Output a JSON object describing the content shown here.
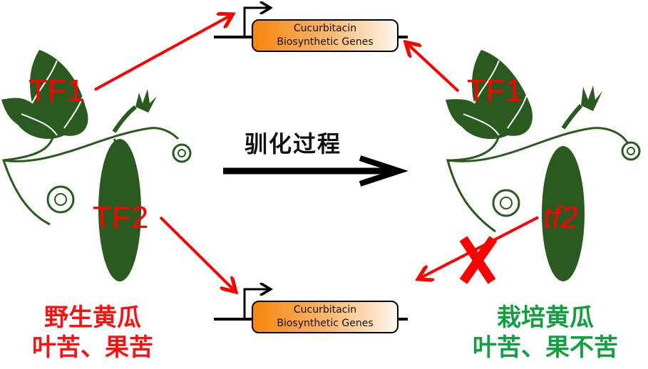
{
  "diagram": {
    "process_title": "驯化过程",
    "gene_top": {
      "line1": "Cucurbitacin",
      "line2": "Biosynthetic Genes"
    },
    "gene_bottom": {
      "line1": "Cucurbitacin",
      "line2": "Biosynthetic Genes"
    },
    "wild": {
      "tf1": "TF1",
      "tf2": "TF2",
      "name": "野生黄瓜",
      "trait": "叶苦、果苦"
    },
    "cultivated": {
      "tf1": "TF1",
      "tf2": "tf2",
      "name": "栽培黄瓜",
      "trait": "叶苦、果不苦"
    },
    "colors": {
      "activation_arrow": "#ff0000",
      "plant": "#2a5a1f",
      "wild_caption": "#ff1010",
      "cultivated_caption": "#10a040",
      "gene_box_start": "#f7860f",
      "gene_box_end": "#fff7ee"
    }
  }
}
